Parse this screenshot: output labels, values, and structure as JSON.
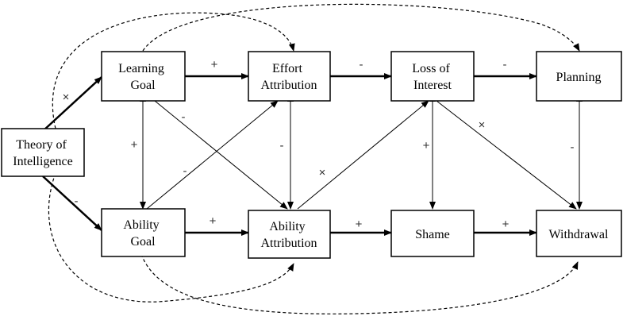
{
  "nodes": {
    "theory": [
      "Theory of",
      "Intelligence"
    ],
    "learning_goal": [
      "Learning",
      "Goal"
    ],
    "ability_goal": [
      "Ability",
      "Goal"
    ],
    "effort_attr": [
      "Effort",
      "Attribution"
    ],
    "ability_attr": [
      "Ability",
      "Attribution"
    ],
    "loss_interest": [
      "Loss of",
      "Interest"
    ],
    "shame": [
      "Shame"
    ],
    "planning": [
      "Planning"
    ],
    "withdrawal": [
      "Withdrawal"
    ]
  },
  "edges": [
    {
      "id": "theory-learning",
      "from": "theory",
      "to": "learning_goal",
      "sign": "×"
    },
    {
      "id": "theory-ability",
      "from": "theory",
      "to": "ability_goal",
      "sign": "-"
    },
    {
      "id": "learning-effort",
      "from": "learning_goal",
      "to": "effort_attr",
      "sign": "+"
    },
    {
      "id": "effort-loss",
      "from": "effort_attr",
      "to": "loss_interest",
      "sign": "-"
    },
    {
      "id": "loss-planning",
      "from": "loss_interest",
      "to": "planning",
      "sign": "-"
    },
    {
      "id": "ability-abilityattr",
      "from": "ability_goal",
      "to": "ability_attr",
      "sign": "+"
    },
    {
      "id": "abilityattr-shame",
      "from": "ability_attr",
      "to": "shame",
      "sign": "+"
    },
    {
      "id": "shame-withdrawal",
      "from": "shame",
      "to": "withdrawal",
      "sign": "+"
    },
    {
      "id": "learning-ability",
      "from": "learning_goal",
      "to": "ability_goal",
      "sign": "+"
    },
    {
      "id": "effort-abilityattr",
      "from": "effort_attr",
      "to": "ability_attr",
      "sign": "-"
    },
    {
      "id": "loss-shame",
      "from": "loss_interest",
      "to": "shame",
      "sign": "+"
    },
    {
      "id": "planning-withdrawal",
      "from": "planning",
      "to": "withdrawal",
      "sign": "-"
    },
    {
      "id": "learning-abilityattr",
      "from": "learning_goal",
      "to": "ability_attr",
      "sign": "-"
    },
    {
      "id": "ability-effort",
      "from": "ability_goal",
      "to": "effort_attr",
      "sign": "-"
    },
    {
      "id": "abilityattr-loss",
      "from": "ability_attr",
      "to": "loss_interest",
      "sign": "×"
    },
    {
      "id": "loss-withdrawal",
      "from": "loss_interest",
      "to": "withdrawal",
      "sign": "×"
    }
  ]
}
